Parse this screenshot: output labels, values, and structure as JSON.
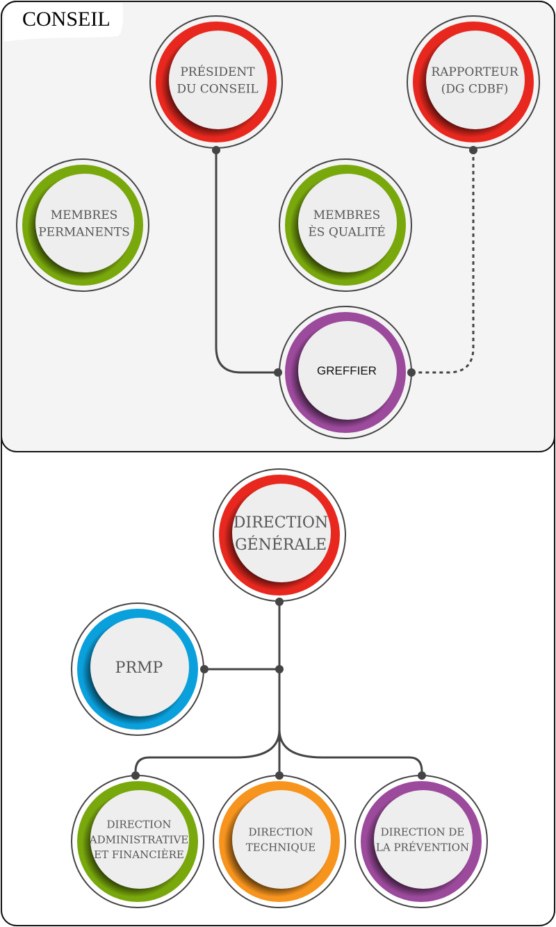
{
  "section_title": "CONSEIL",
  "colors": {
    "red": "#e8281f",
    "green": "#79a80c",
    "purple": "#9c4a9c",
    "blue": "#0aa0dc",
    "orange": "#f7941d",
    "line": "#444444",
    "panel": "#f4f4f4"
  },
  "nodes": [
    {
      "id": "president",
      "lines": [
        "PRÉSIDENT",
        "DU CONSEIL"
      ],
      "color": "red"
    },
    {
      "id": "rapporteur",
      "lines": [
        "RAPPORTEUR",
        "(DG CDBF)"
      ],
      "color": "red"
    },
    {
      "id": "membres-permanents",
      "lines": [
        "MEMBRES",
        "PERMANENTS"
      ],
      "color": "green"
    },
    {
      "id": "membres-es-qualite",
      "lines": [
        "MEMBRES",
        "ÈS QUALITÉ"
      ],
      "color": "green"
    },
    {
      "id": "greffier",
      "lines": [
        "GREFFIER"
      ],
      "color": "purple"
    },
    {
      "id": "direction-generale",
      "lines": [
        "DIRECTION",
        "GÉNÉRALE"
      ],
      "color": "red"
    },
    {
      "id": "prmp",
      "lines": [
        "PRMP"
      ],
      "color": "blue"
    },
    {
      "id": "direction-administrative",
      "lines": [
        "DIRECTION",
        "ADMINISTRATIVE",
        "ET FINANCIÈRE"
      ],
      "color": "green"
    },
    {
      "id": "direction-technique",
      "lines": [
        "DIRECTION",
        "TECHNIQUE"
      ],
      "color": "orange"
    },
    {
      "id": "direction-prevention",
      "lines": [
        "DIRECTION DE",
        "LA PRÉVENTION"
      ],
      "color": "purple"
    }
  ]
}
